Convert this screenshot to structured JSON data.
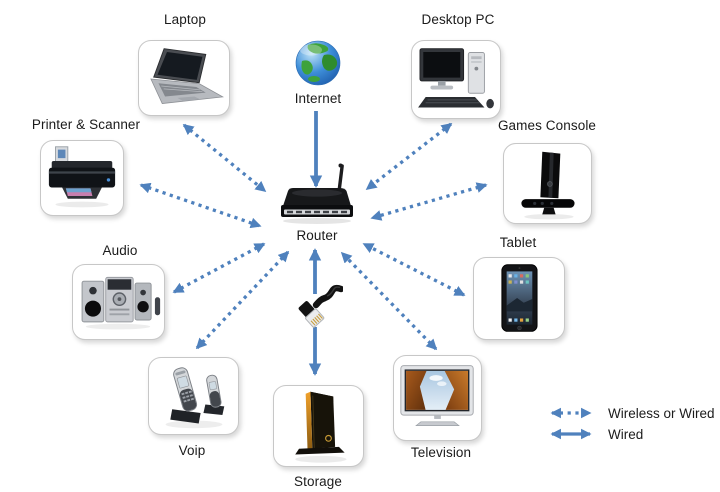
{
  "nodes": {
    "laptop": {
      "label": "Laptop"
    },
    "internet": {
      "label": "Internet"
    },
    "desktop_pc": {
      "label": "Desktop PC"
    },
    "printer_scanner": {
      "label": "Printer & Scanner"
    },
    "games_console": {
      "label": "Games Console"
    },
    "router": {
      "label": "Router"
    },
    "audio": {
      "label": "Audio"
    },
    "tablet": {
      "label": "Tablet"
    },
    "voip": {
      "label": "Voip"
    },
    "storage": {
      "label": "Storage"
    },
    "television": {
      "label": "Television"
    }
  },
  "legend": {
    "wireless_or_wired": "Wireless or Wired",
    "wired": "Wired"
  },
  "colors": {
    "arrow_blue": "#4f81bd"
  },
  "connections": [
    {
      "from": "Internet",
      "to": "Router",
      "type": "Wired"
    },
    {
      "from": "Router",
      "to": "Laptop",
      "type": "Wireless or Wired"
    },
    {
      "from": "Router",
      "to": "Desktop PC",
      "type": "Wireless or Wired"
    },
    {
      "from": "Router",
      "to": "Printer & Scanner",
      "type": "Wireless or Wired"
    },
    {
      "from": "Router",
      "to": "Games Console",
      "type": "Wireless or Wired"
    },
    {
      "from": "Router",
      "to": "Audio",
      "type": "Wireless or Wired"
    },
    {
      "from": "Router",
      "to": "Tablet",
      "type": "Wireless or Wired"
    },
    {
      "from": "Router",
      "to": "Voip",
      "type": "Wireless or Wired"
    },
    {
      "from": "Router",
      "to": "Television",
      "type": "Wireless or Wired"
    },
    {
      "from": "Router",
      "to": "Storage",
      "type": "Wired"
    }
  ]
}
